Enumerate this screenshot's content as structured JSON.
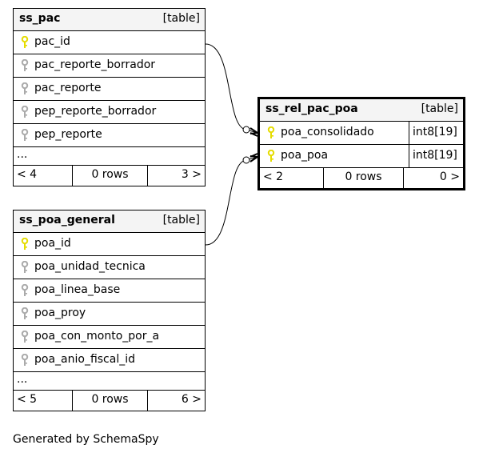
{
  "tables": {
    "ss_pac": {
      "name": "ss_pac",
      "type": "[table]",
      "columns": [
        {
          "name": "pac_id",
          "key": "primary-key-icon"
        },
        {
          "name": "pac_reporte_borrador",
          "key": "column-key-icon"
        },
        {
          "name": "pac_reporte",
          "key": "column-key-icon"
        },
        {
          "name": "pep_reporte_borrador",
          "key": "column-key-icon"
        },
        {
          "name": "pep_reporte",
          "key": "column-key-icon"
        }
      ],
      "more": "...",
      "footer": {
        "parents": "< 4",
        "rows": "0 rows",
        "children": "3 >"
      }
    },
    "ss_rel_pac_poa": {
      "name": "ss_rel_pac_poa",
      "type": "[table]",
      "columns": [
        {
          "name": "poa_consolidado",
          "type": "int8[19]",
          "key": "primary-key-icon"
        },
        {
          "name": "poa_poa",
          "type": "int8[19]",
          "key": "primary-key-icon"
        }
      ],
      "footer": {
        "parents": "< 2",
        "rows": "0 rows",
        "children": "0 >"
      }
    },
    "ss_poa_general": {
      "name": "ss_poa_general",
      "type": "[table]",
      "columns": [
        {
          "name": "poa_id",
          "key": "primary-key-icon"
        },
        {
          "name": "poa_unidad_tecnica",
          "key": "column-key-icon"
        },
        {
          "name": "poa_linea_base",
          "key": "column-key-icon"
        },
        {
          "name": "poa_proy",
          "key": "column-key-icon"
        },
        {
          "name": "poa_con_monto_por_a",
          "key": "column-key-icon"
        },
        {
          "name": "poa_anio_fiscal_id",
          "key": "column-key-icon"
        }
      ],
      "more": "...",
      "footer": {
        "parents": "< 5",
        "rows": "0 rows",
        "children": "6 >"
      }
    }
  },
  "colors": {
    "primary_key": "#e5dc00",
    "column_key": "#aaaaaa",
    "header_bg": "#f4f4f4"
  },
  "credit": "Generated by SchemaSpy"
}
